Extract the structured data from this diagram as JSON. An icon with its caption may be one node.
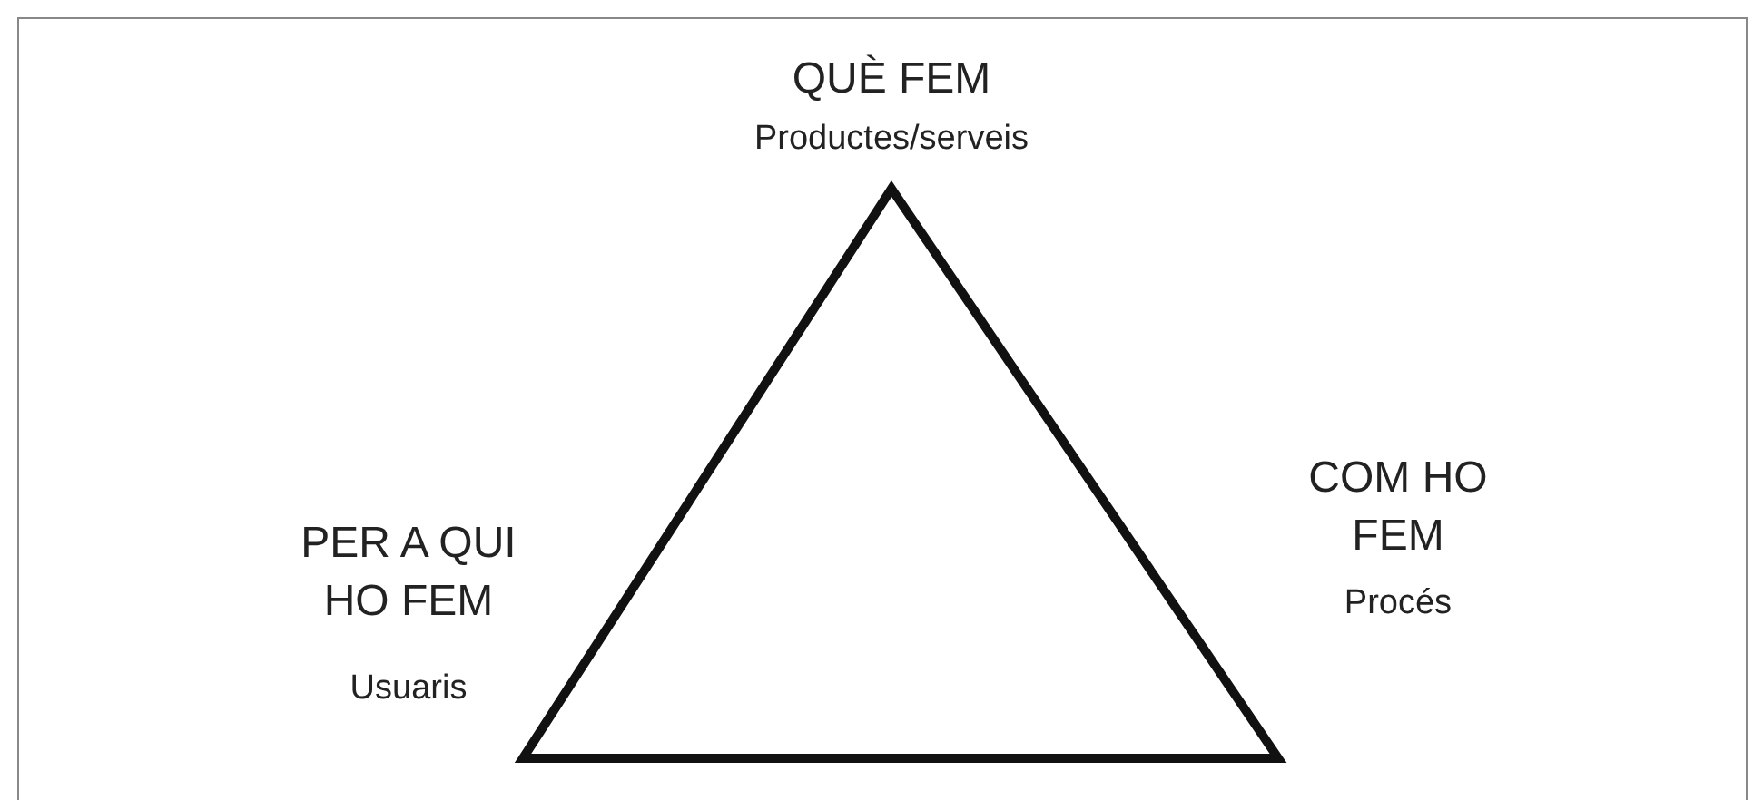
{
  "diagram": {
    "labels": [
      "QUÈ FEM",
      "Productes/serveis",
      "PER A QUI HO FEM",
      "Usuaris",
      "COM HO FEM",
      "Procés"
    ]
  }
}
